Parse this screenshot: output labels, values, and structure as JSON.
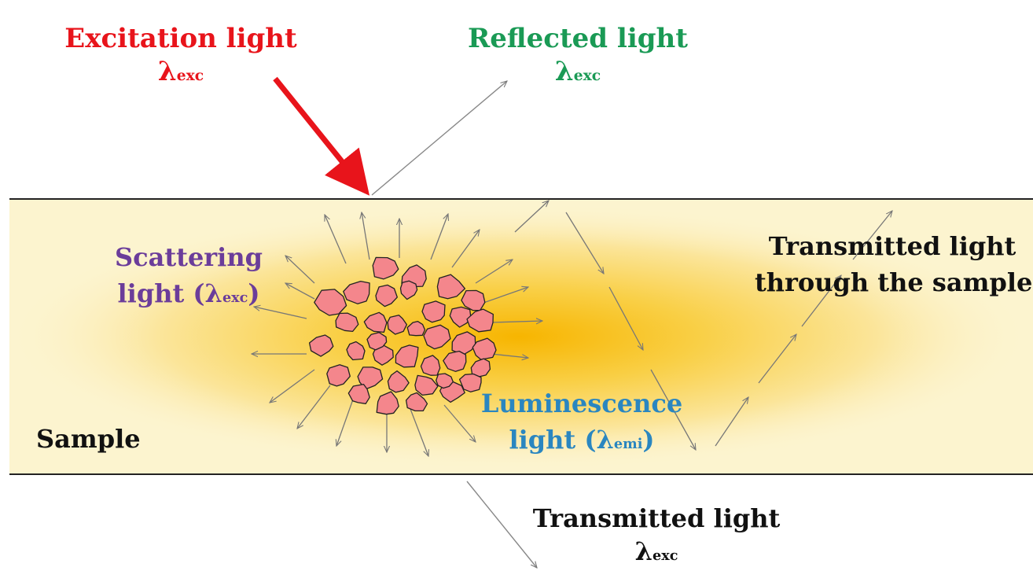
{
  "labels": {
    "excitation": {
      "title": "Excitation light",
      "symbol": "λ",
      "sub": "exc"
    },
    "reflected": {
      "title": "Reflected light",
      "symbol": "λ",
      "sub": "exc"
    },
    "scattering": {
      "line1": "Scattering",
      "line2_prefix": "light (",
      "symbol": "λ",
      "sub": "exc",
      "line2_suffix": ")"
    },
    "transmitted_sample": {
      "line1": "Transmitted light",
      "line2": "through the sample"
    },
    "luminescence": {
      "line1": "Luminescence",
      "line2_prefix": "light (",
      "symbol": "λ",
      "sub": "emi",
      "line2_suffix": ")"
    },
    "sample": "Sample",
    "transmitted_bottom": {
      "title": "Transmitted light",
      "symbol": "λ",
      "sub": "exc"
    }
  },
  "colors": {
    "excitation": "#e8141b",
    "reflected": "#1a9a55",
    "scattering": "#6b3d9a",
    "luminescence": "#2a86c0",
    "text_dark": "#111111",
    "particle_fill": "#f4868c",
    "glow_center": "#f7b500",
    "band_fill": "#fcf4cf"
  }
}
